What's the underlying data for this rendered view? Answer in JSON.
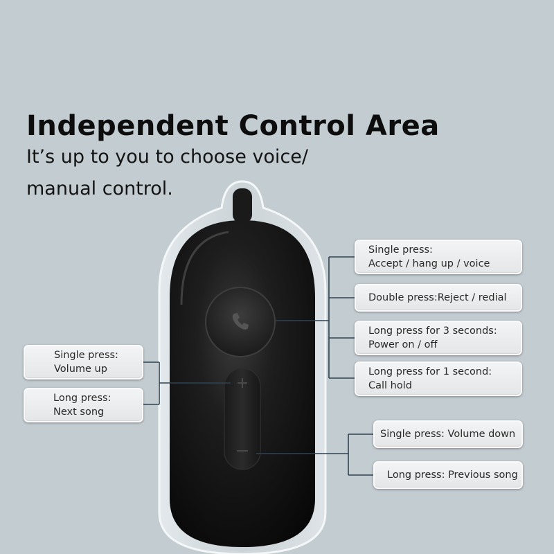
{
  "headline": {
    "title": "Independent Control Area",
    "subtitle_line1": "It’s up to you to choose voice/",
    "subtitle_line2": "manual control."
  },
  "device": {
    "call_button_icon": "phone-icon",
    "volume_up_icon": "plus-icon",
    "volume_down_icon": "minus-icon",
    "body_color": "#151515"
  },
  "callouts": {
    "call_single_press": {
      "line1": "Single press:",
      "line2": "Accept / hang up / voice"
    },
    "call_double_press": {
      "line1": "Double press:Reject / redial"
    },
    "call_long_press_3s": {
      "line1": "Long press for 3 seconds:",
      "line2": "Power on / off"
    },
    "call_long_press_1s": {
      "line1": "Long press for 1 second:",
      "line2": "Call hold"
    },
    "plus_single_press": {
      "line1": "Single press:",
      "line2": "Volume up"
    },
    "plus_long_press": {
      "line1": "Long press:",
      "line2": "Next song"
    },
    "minus_single_press": {
      "line1": "Single press: Volume down"
    },
    "minus_long_press": {
      "line1": "Long press: Previous song"
    }
  }
}
